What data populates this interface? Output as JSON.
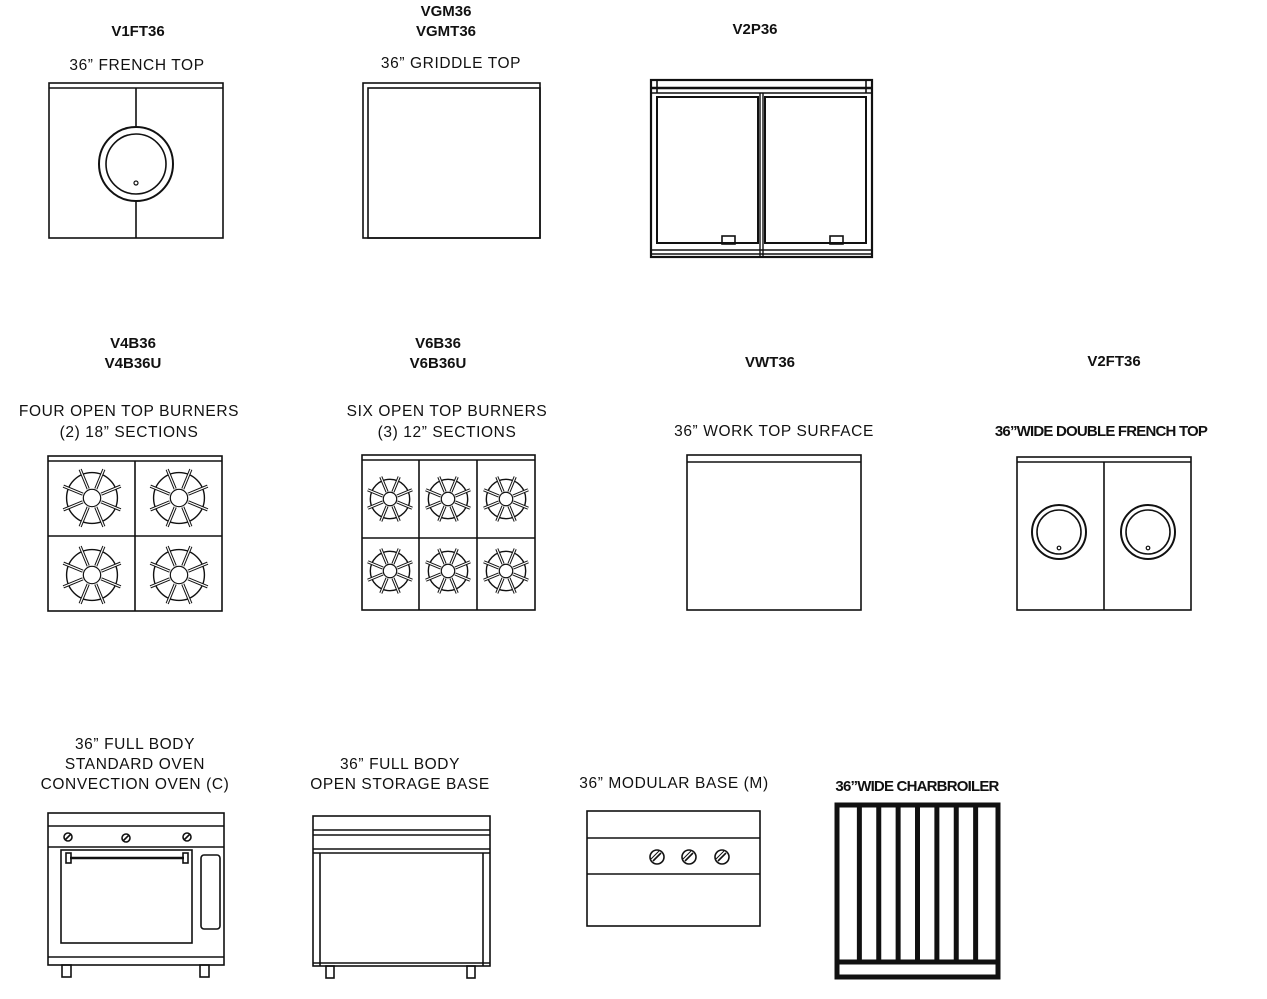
{
  "items": [
    {
      "code1": "V1FT36",
      "code2": "",
      "desc1": "36” FRENCH TOP",
      "desc2": "",
      "desc3": ""
    },
    {
      "code1": "VGM36",
      "code2": "VGMT36",
      "desc1": "36” GRIDDLE TOP",
      "desc2": "",
      "desc3": ""
    },
    {
      "code1": "V2P36",
      "code2": "",
      "desc1": "",
      "desc2": "",
      "desc3": ""
    },
    {
      "code1": "V4B36",
      "code2": "V4B36U",
      "desc1": "FOUR OPEN TOP BURNERS",
      "desc2": "(2) 18” SECTIONS",
      "desc3": ""
    },
    {
      "code1": "V6B36",
      "code2": "V6B36U",
      "desc1": "SIX OPEN TOP BURNERS",
      "desc2": "(3) 12” SECTIONS",
      "desc3": ""
    },
    {
      "code1": "VWT36",
      "code2": "",
      "desc1": "36” WORK TOP SURFACE",
      "desc2": "",
      "desc3": ""
    },
    {
      "code1": "V2FT36",
      "code2": "",
      "desc1": "36”WIDE DOUBLE FRENCH TOP",
      "desc2": "",
      "desc3": ""
    },
    {
      "code1": "",
      "code2": "",
      "desc1": "36” FULL BODY",
      "desc2": "STANDARD OVEN",
      "desc3": "CONVECTION OVEN (C)"
    },
    {
      "code1": "",
      "code2": "",
      "desc1": "36” FULL BODY",
      "desc2": "OPEN STORAGE BASE",
      "desc3": ""
    },
    {
      "code1": "",
      "code2": "",
      "desc1": "36” MODULAR BASE (M)",
      "desc2": "",
      "desc3": ""
    },
    {
      "code1": "",
      "code2": "",
      "desc1": "36”WIDE CHARBROILER",
      "desc2": "",
      "desc3": ""
    }
  ],
  "colors": {
    "line": "#111111",
    "background": "#ffffff"
  }
}
